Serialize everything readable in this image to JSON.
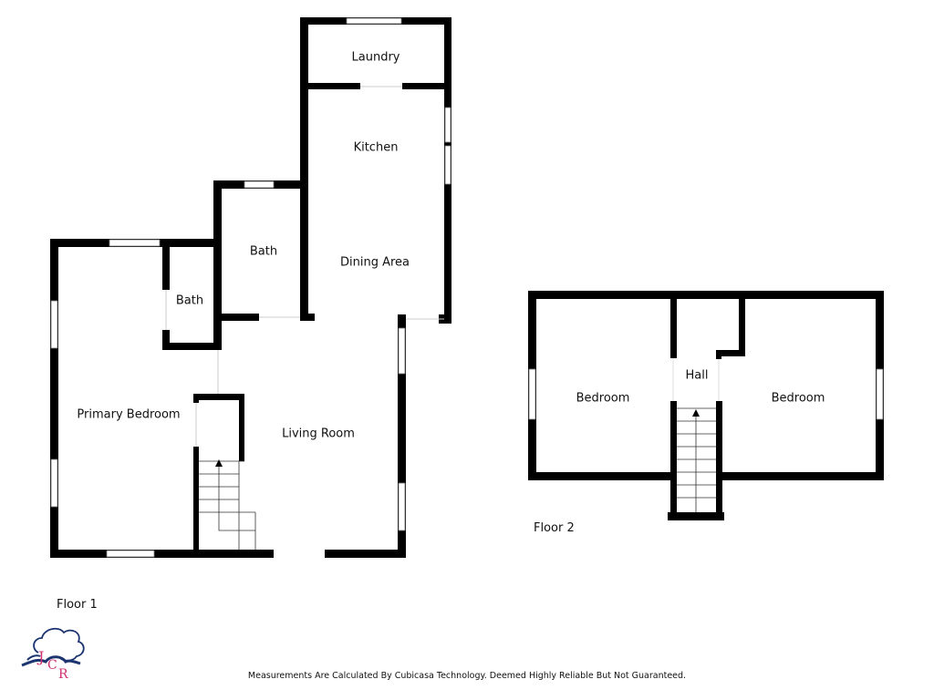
{
  "floors": [
    {
      "label": "Floor 1",
      "rooms": [
        {
          "id": "laundry",
          "label": "Laundry"
        },
        {
          "id": "kitchen",
          "label": "Kitchen"
        },
        {
          "id": "dining-area",
          "label": "Dining Area"
        },
        {
          "id": "bath-upper",
          "label": "Bath"
        },
        {
          "id": "bath-lower",
          "label": "Bath"
        },
        {
          "id": "primary-bedroom",
          "label": "Primary Bedroom"
        },
        {
          "id": "living-room",
          "label": "Living Room"
        }
      ]
    },
    {
      "label": "Floor 2",
      "rooms": [
        {
          "id": "bedroom-left",
          "label": "Bedroom"
        },
        {
          "id": "hall",
          "label": "Hall"
        },
        {
          "id": "bedroom-right",
          "label": "Bedroom"
        }
      ]
    }
  ],
  "footer": {
    "disclaimer": "Measurements Are Calculated By Cubicasa Technology. Deemed Highly Reliable But Not Guaranteed.",
    "logo_letters": "JCR"
  },
  "colors": {
    "wall": "#000000",
    "logo_navy": "#1c3570",
    "logo_pink": "#d0306f"
  }
}
